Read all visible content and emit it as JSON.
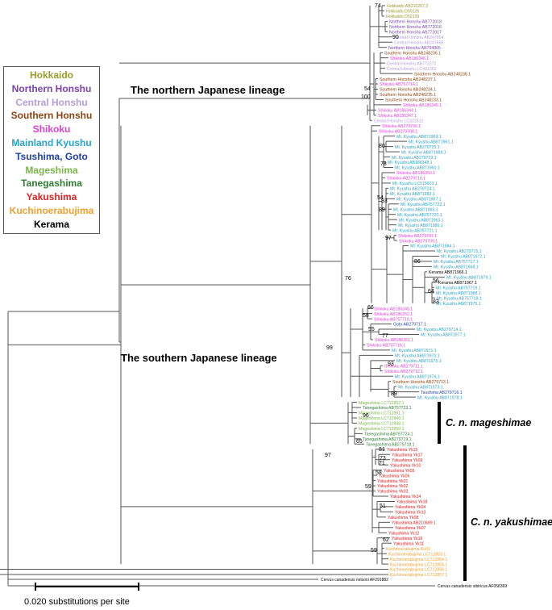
{
  "legend": {
    "items": [
      {
        "label": "Hokkaido",
        "color": "#9a9a2a"
      },
      {
        "label": "Northern Honshu",
        "color": "#7a3fb3"
      },
      {
        "label": "Central Honshu",
        "color": "#b39ddb"
      },
      {
        "label": "Southern Honshu",
        "color": "#8b4513"
      },
      {
        "label": "Shikoku",
        "color": "#e040d8"
      },
      {
        "label": "Mainland Kyushu",
        "color": "#29a3c9"
      },
      {
        "label": "Tsushima, Goto",
        "color": "#1f3fa8"
      },
      {
        "label": "Mageshima",
        "color": "#7ab648"
      },
      {
        "label": "Tanegashima",
        "color": "#2e7d32"
      },
      {
        "label": "Yakushima",
        "color": "#e02020"
      },
      {
        "label": "Kuchinoerabujima",
        "color": "#f0a030"
      },
      {
        "label": "Kerama",
        "color": "#000000"
      }
    ]
  },
  "annotations": {
    "northern_lineage": "The northern Japanese lineage",
    "southern_lineage": "The southern Japanese lineage",
    "mageshimae": "C. n. mageshimae",
    "yakushimae": "C. n. yakushimae"
  },
  "scale_bar": {
    "label": "0.020 substitutions per site"
  },
  "bootstrap": [
    "74",
    "90",
    "100",
    "54",
    "80",
    "78",
    "54",
    "93",
    "89",
    "97",
    "76",
    "86",
    "56",
    "64",
    "83",
    "66",
    "58",
    "55",
    "77",
    "93",
    "99",
    "89",
    "96",
    "65",
    "97",
    "81",
    "73",
    "71",
    "58",
    "59",
    "51",
    "62",
    "59"
  ],
  "outgroups": [
    {
      "label": "Cervus canadensis nelsoni AF291882",
      "color": "#000000"
    },
    {
      "label": "Cervus canadensis sibiricus AF058369",
      "color": "#000000"
    }
  ],
  "taxa": [
    {
      "label": "Hokkaido AB210267.2",
      "region": "Hokkaido"
    },
    {
      "label": "Hokkaido D50126",
      "region": "Hokkaido"
    },
    {
      "label": "Hokkaido D50129",
      "region": "Hokkaido"
    },
    {
      "label": "Northern Honshu AB772018",
      "region": "Northern Honshu"
    },
    {
      "label": "Northern Honshu AB772016",
      "region": "Northern Honshu"
    },
    {
      "label": "Northern Honshu AB772017",
      "region": "Northern Honshu"
    },
    {
      "label": "Central Honshu AB247654",
      "region": "Central Honshu"
    },
    {
      "label": "Central Honshu AB247658",
      "region": "Central Honshu"
    },
    {
      "label": "Northern Honshu AB794805",
      "region": "Northern Honshu"
    },
    {
      "label": "Southern Honshu AB248236.1",
      "region": "Southern Honshu"
    },
    {
      "label": "Shikoku AB186346.1",
      "region": "Shikoku"
    },
    {
      "label": "Central Honshu AB772272",
      "region": "Central Honshu"
    },
    {
      "label": "Central Honshu LC491352",
      "region": "Central Honshu"
    },
    {
      "label": "Southern Honshu AB248238.1",
      "region": "Southern Honshu"
    },
    {
      "label": "Southern Honshu AB248237.1",
      "region": "Southern Honshu"
    },
    {
      "label": "Shikoku AB757714.1",
      "region": "Shikoku"
    },
    {
      "label": "Southern Honshu AB248234.1",
      "region": "Southern Honshu"
    },
    {
      "label": "Southern Honshu AB248235.1",
      "region": "Southern Honshu"
    },
    {
      "label": "Southern Honshu AB248233.1",
      "region": "Southern Honshu"
    },
    {
      "label": "Shikoku AB186345.1",
      "region": "Shikoku"
    },
    {
      "label": "Shikoku AB186344.1",
      "region": "Shikoku"
    },
    {
      "label": "Shikoku AB186347.1",
      "region": "Shikoku"
    },
    {
      "label": "Central Honshu LC322510",
      "region": "Central Honshu"
    },
    {
      "label": "Shikoku AB279706.1",
      "region": "Shikoku"
    },
    {
      "label": "Shikoku AB279708.1",
      "region": "Shikoku"
    },
    {
      "label": "Mt. Kyushu AB871969.1",
      "region": "Mainland Kyushu"
    },
    {
      "label": "Mt. Kyushu AB871961.1",
      "region": "Mainland Kyushu"
    },
    {
      "label": "Mt. Kyushu AB279725.1",
      "region": "Mainland Kyushu"
    },
    {
      "label": "Mt. Kyushu AB871989.1",
      "region": "Mainland Kyushu"
    },
    {
      "label": "Mt. Kyushu AB279723.1",
      "region": "Mainland Kyushu"
    },
    {
      "label": "Mt. Kyushu AB186348.1",
      "region": "Mainland Kyushu"
    },
    {
      "label": "Mt. Kyushu AB871960.1",
      "region": "Mainland Kyushu"
    },
    {
      "label": "Shikoku AB186350.1",
      "region": "Shikoku"
    },
    {
      "label": "Shikoku AB279710.1",
      "region": "Shikoku"
    },
    {
      "label": "Mt. Kyushu LC515603.1",
      "region": "Mainland Kyushu"
    },
    {
      "label": "Mt. Kyushu AB279724.1",
      "region": "Mainland Kyushu"
    },
    {
      "label": "Mt. Kyushu AB871982.1",
      "region": "Mainland Kyushu"
    },
    {
      "label": "Mt. Kyushu AB871967.1",
      "region": "Mainland Kyushu"
    },
    {
      "label": "Mt. Kyushu AB757722.1",
      "region": "Mainland Kyushu"
    },
    {
      "label": "Mt. Kyushu AB871965.1",
      "region": "Mainland Kyushu"
    },
    {
      "label": "Mt. Kyushu AB757720.1",
      "region": "Mainland Kyushu"
    },
    {
      "label": "Mt. Kyushu AB871963.1",
      "region": "Mainland Kyushu"
    },
    {
      "label": "Mt. Kyushu AB871986.1",
      "region": "Mainland Kyushu"
    },
    {
      "label": "Mt. Kyushu AB757721.1",
      "region": "Mainland Kyushu"
    },
    {
      "label": "Shikoku AB279707.1",
      "region": "Shikoku"
    },
    {
      "label": "Shikoku AB279709.1",
      "region": "Shikoku"
    },
    {
      "label": "Mt. Kyushu AB871984.1",
      "region": "Mainland Kyushu"
    },
    {
      "label": "Mt. Kyushu AB279715.1",
      "region": "Mainland Kyushu"
    },
    {
      "label": "Mt. Kyushu AB871972.1",
      "region": "Mainland Kyushu"
    },
    {
      "label": "Mt. Kyushu AB757717.1",
      "region": "Mainland Kyushu"
    },
    {
      "label": "Mt. Kyushu AB871968.1",
      "region": "Mainland Kyushu"
    },
    {
      "label": "Kerama AB871966.1",
      "region": "Kerama"
    },
    {
      "label": "Mt. Kyushu AB871979.1",
      "region": "Mainland Kyushu"
    },
    {
      "label": "Kerama AB871967.1",
      "region": "Kerama"
    },
    {
      "label": "Mt. Kyushu AB757719.1",
      "region": "Mainland Kyushu"
    },
    {
      "label": "Mt. Kyushu AB871988.1",
      "region": "Mainland Kyushu"
    },
    {
      "label": "Mt. Kyushu AB757718.1",
      "region": "Mainland Kyushu"
    },
    {
      "label": "Mt. Kyushu AB871976.1",
      "region": "Mainland Kyushu"
    },
    {
      "label": "Shikoku AB186349.1",
      "region": "Shikoku"
    },
    {
      "label": "Shikoku AB186352.1",
      "region": "Shikoku"
    },
    {
      "label": "Shikoku AB757715.1",
      "region": "Shikoku"
    },
    {
      "label": "Goto AB279717.1",
      "region": "Tsushima, Goto"
    },
    {
      "label": "Mt. Kyushu AB279714.1",
      "region": "Mainland Kyushu"
    },
    {
      "label": "Mt. Kyushu AB871977.1",
      "region": "Mainland Kyushu"
    },
    {
      "label": "Shikoku AB186351.1",
      "region": "Shikoku"
    },
    {
      "label": "Shikoku AB757716.1",
      "region": "Shikoku"
    },
    {
      "label": "Mt. Kyushu AB871971.1",
      "region": "Mainland Kyushu"
    },
    {
      "label": "Mt. Kyushu AB871970.1",
      "region": "Mainland Kyushu"
    },
    {
      "label": "Mt. Kyushu AB871975.1",
      "region": "Mainland Kyushu"
    },
    {
      "label": "Shikoku AB279711.1",
      "region": "Shikoku"
    },
    {
      "label": "Shikoku AB279712.1",
      "region": "Shikoku"
    },
    {
      "label": "Mt. Kyushu AB871974.1",
      "region": "Mainland Kyushu"
    },
    {
      "label": "Southern Honshu AB279713.1",
      "region": "Southern Honshu"
    },
    {
      "label": "Mt. Kyushu AB871973.1",
      "region": "Mainland Kyushu"
    },
    {
      "label": "Tsushima AB279716.1",
      "region": "Tsushima, Goto"
    },
    {
      "label": "Mt. Kyushu AB871978.1",
      "region": "Mainland Kyushu"
    },
    {
      "label": "Mageshima LC712852.1",
      "region": "Mageshima"
    },
    {
      "label": "Tanegashima AB757723.1",
      "region": "Tanegashima"
    },
    {
      "label": "Mageshima LC712851.1",
      "region": "Mageshima"
    },
    {
      "label": "Mageshima LC712849.1",
      "region": "Mageshima"
    },
    {
      "label": "Mageshima LC712848.1",
      "region": "Mageshima"
    },
    {
      "label": "Mageshima LC712850.1",
      "region": "Mageshima"
    },
    {
      "label": "Tanegashima AB757724.1",
      "region": "Tanegashima"
    },
    {
      "label": "Tanegashima AB279719.1",
      "region": "Tanegashima"
    },
    {
      "label": "Tanegashima AB279718.1",
      "region": "Tanegashima"
    },
    {
      "label": "Yakushima Yk15",
      "region": "Yakushima"
    },
    {
      "label": "Yakushima Yk17",
      "region": "Yakushima"
    },
    {
      "label": "Yakushima Yk09",
      "region": "Yakushima"
    },
    {
      "label": "Yakushima Yk10",
      "region": "Yakushima"
    },
    {
      "label": "Yakushima Yk05",
      "region": "Yakushima"
    },
    {
      "label": "Yakushima Yk06",
      "region": "Yakushima"
    },
    {
      "label": "Yakushima Yk01",
      "region": "Yakushima"
    },
    {
      "label": "Yakushima Yk02",
      "region": "Yakushima"
    },
    {
      "label": "Yakushima Yk03",
      "region": "Yakushima"
    },
    {
      "label": "Yakushima Yk14",
      "region": "Yakushima"
    },
    {
      "label": "Yakushima Yk18",
      "region": "Yakushima"
    },
    {
      "label": "Yakushima Yk04",
      "region": "Yakushima"
    },
    {
      "label": "Yakushima Yk13",
      "region": "Yakushima"
    },
    {
      "label": "Yakushima Yk08",
      "region": "Yakushima"
    },
    {
      "label": "Yakushima AB210689.1",
      "region": "Yakushima"
    },
    {
      "label": "Yakushima Yk07",
      "region": "Yakushima"
    },
    {
      "label": "Yakushima Yk12",
      "region": "Yakushima"
    },
    {
      "label": "Yakushima Yk16",
      "region": "Yakushima"
    },
    {
      "label": "Yakushima Yk11",
      "region": "Yakushima"
    },
    {
      "label": "Kuchinoerabujima Ku01",
      "region": "Kuchinoerabujima"
    },
    {
      "label": "Kuchinoerabujima LC712853.1",
      "region": "Kuchinoerabujima"
    },
    {
      "label": "Kuchinoerabujima LC712854.1",
      "region": "Kuchinoerabujima"
    },
    {
      "label": "Kuchinoerabujima LC712855.1",
      "region": "Kuchinoerabujima"
    },
    {
      "label": "Kuchinoerabujima LC712856.1",
      "region": "Kuchinoerabujima"
    },
    {
      "label": "Kuchinoerabujima LC712857.1",
      "region": "Kuchinoerabujima"
    }
  ]
}
